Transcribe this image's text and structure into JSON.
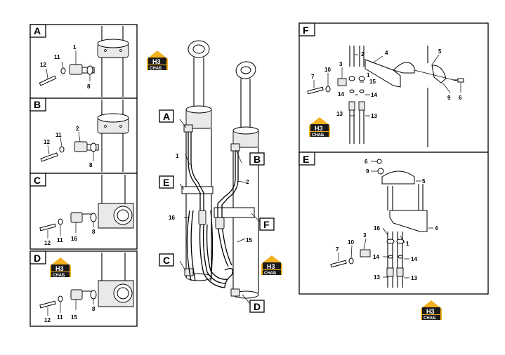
{
  "colors": {
    "ink": "#000000",
    "paper": "#ffffff",
    "logo_gold": "#f2b01e",
    "logo_dark": "#1a1a1a"
  },
  "logo": {
    "mark": "H3",
    "text": "CHAБ",
    "icon": "house-logo-icon"
  },
  "panels": {
    "A": {
      "tag": "A",
      "labels": [
        "1",
        "11",
        "12",
        "8"
      ]
    },
    "B": {
      "tag": "B",
      "labels": [
        "2",
        "11",
        "12",
        "8"
      ]
    },
    "C": {
      "tag": "C",
      "labels": [
        "12",
        "11",
        "16",
        "8"
      ]
    },
    "D": {
      "tag": "D",
      "labels": [
        "12",
        "11",
        "15",
        "8"
      ]
    },
    "F": {
      "tag": "F",
      "labels": [
        "2",
        "4",
        "5",
        "3",
        "10",
        "7",
        "15",
        "1",
        "14",
        "14",
        "13",
        "13",
        "9",
        "6"
      ]
    },
    "E": {
      "tag": "E",
      "labels": [
        "6",
        "9",
        "5",
        "16",
        "1",
        "4",
        "3",
        "10",
        "7",
        "14",
        "14",
        "13",
        "13"
      ]
    }
  },
  "main": {
    "tags": [
      "A",
      "B",
      "E",
      "F",
      "C",
      "D"
    ],
    "labels": [
      "1",
      "2",
      "16",
      "15"
    ]
  }
}
